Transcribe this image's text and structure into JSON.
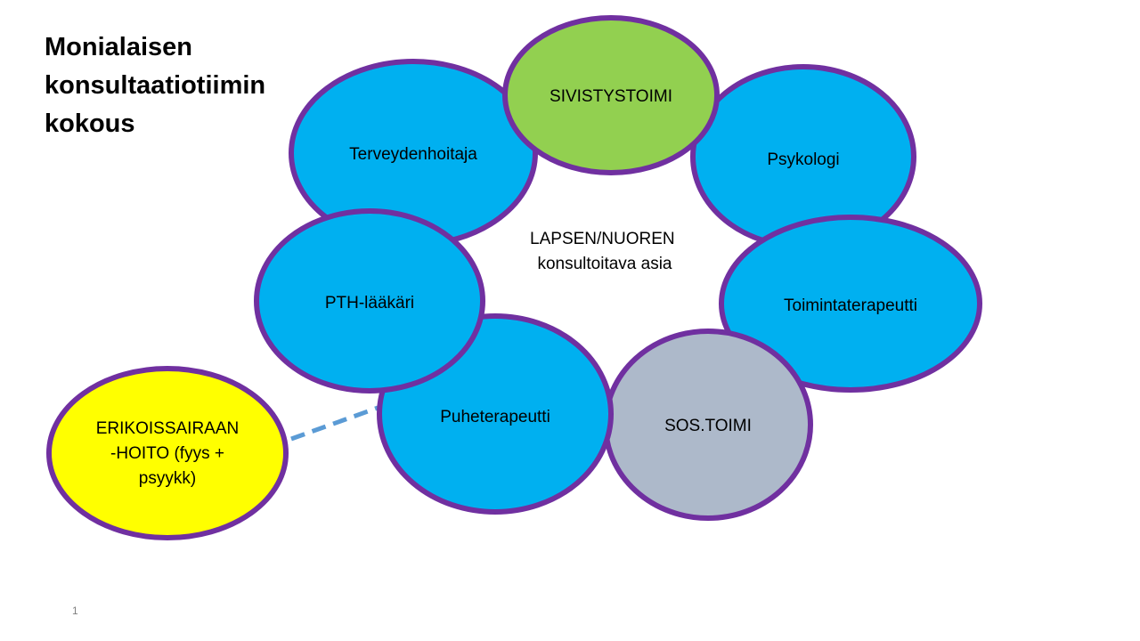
{
  "title_lines": [
    "Monialaisen",
    "konsultaatiotiimin",
    "kokous"
  ],
  "center_lines": [
    "LAPSEN/NUOREN",
    "konsultoitava asia"
  ],
  "nodes": [
    {
      "id": "terveydenhoitaja",
      "lines": [
        "Terveydenhoitaja"
      ],
      "fill": "#00b0f0"
    },
    {
      "id": "psykologi",
      "lines": [
        "Psykologi"
      ],
      "fill": "#00b0f0"
    },
    {
      "id": "toimintaterapeutti",
      "lines": [
        "Toimintaterapeutti"
      ],
      "fill": "#00b0f0"
    },
    {
      "id": "sos-toimi",
      "lines": [
        "SOS.TOIMI"
      ],
      "fill": "#adb9ca"
    },
    {
      "id": "puheterapeutti",
      "lines": [
        "Puheterapeutti"
      ],
      "fill": "#00b0f0"
    },
    {
      "id": "pth-laakari",
      "lines": [
        "PTH-lääkäri"
      ],
      "fill": "#00b0f0"
    },
    {
      "id": "sivistystoimi",
      "lines": [
        "SIVISTYSTOIMI"
      ],
      "fill": "#92d050"
    },
    {
      "id": "erikoissairaanhoito",
      "lines": [
        "ERIKOISSAIRAAN",
        "-HOITO (fyys +",
        "psyykk)"
      ],
      "fill": "#ffff00"
    }
  ],
  "colors": {
    "outline": "#7030a0",
    "connector": "#5b9bd5"
  },
  "page_number": "1"
}
